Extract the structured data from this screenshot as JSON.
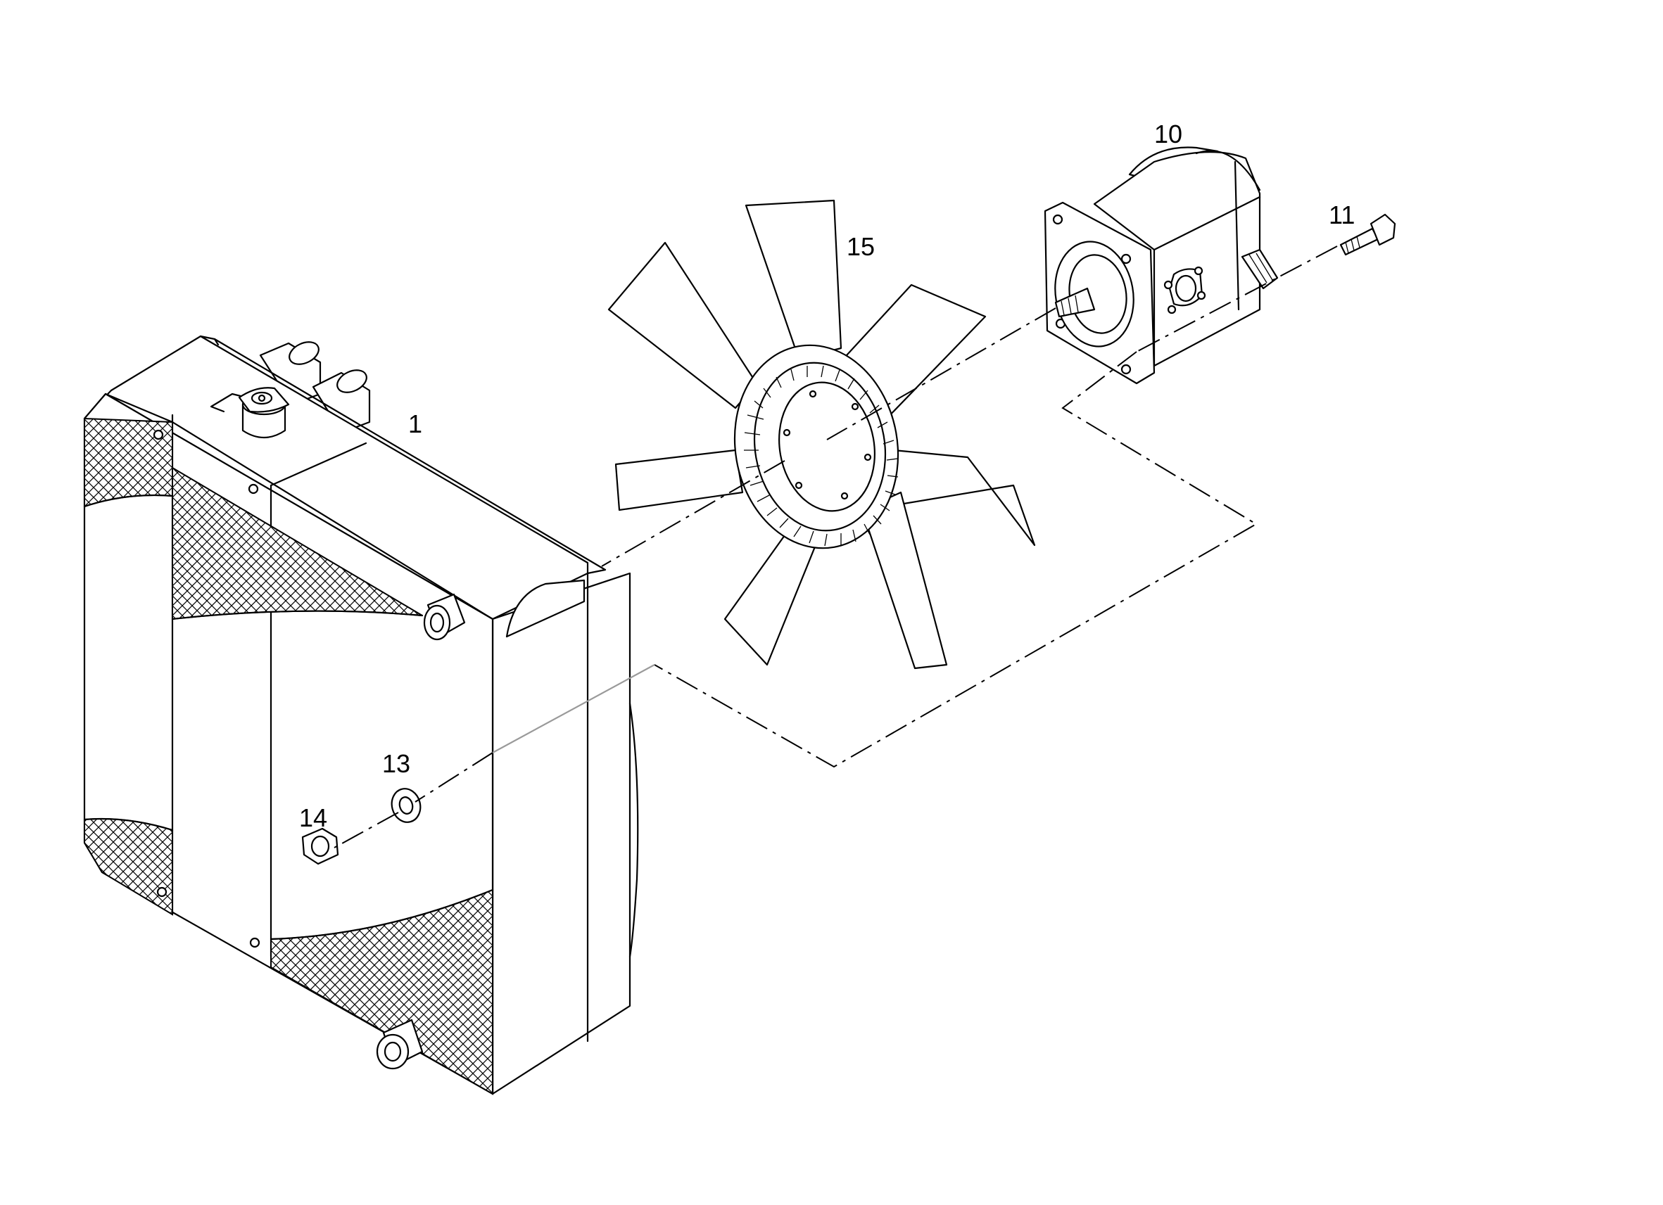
{
  "callouts": [
    {
      "id": "1",
      "text": "1"
    },
    {
      "id": "10",
      "text": "10"
    },
    {
      "id": "11",
      "text": "11"
    },
    {
      "id": "13",
      "text": "13"
    },
    {
      "id": "14",
      "text": "14"
    },
    {
      "id": "15",
      "text": "15"
    }
  ]
}
